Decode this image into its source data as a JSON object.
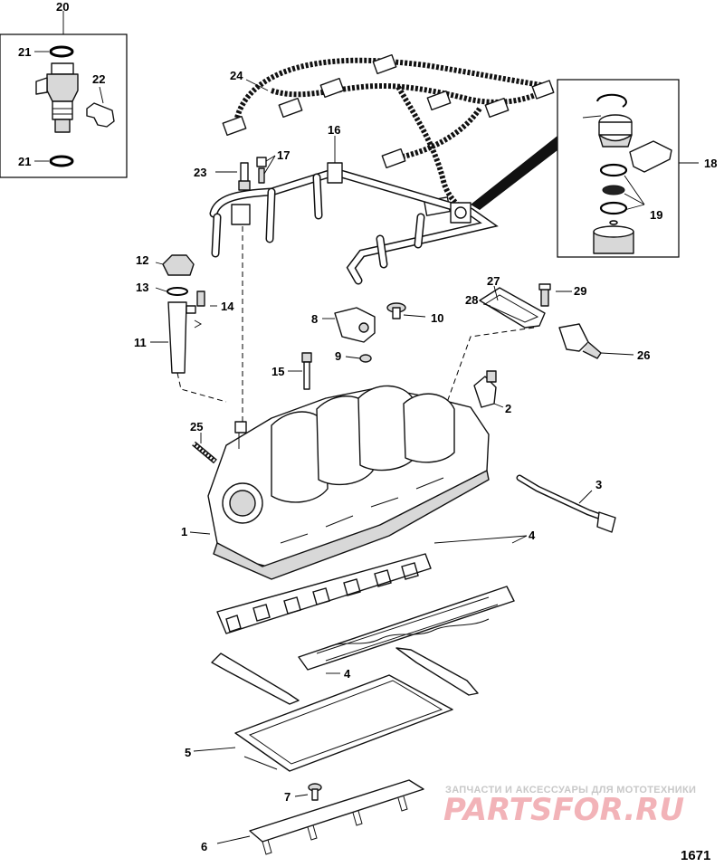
{
  "callouts": {
    "c1": "1",
    "c2": "2",
    "c3": "3",
    "c4a": "4",
    "c4b": "4",
    "c5": "5",
    "c6": "6",
    "c7": "7",
    "c8": "8",
    "c9": "9",
    "c10": "10",
    "c11": "11",
    "c12": "12",
    "c13": "13",
    "c14": "14",
    "c15": "15",
    "c16": "16",
    "c17": "17",
    "c18": "18",
    "c19": "19",
    "c20": "20",
    "c21a": "21",
    "c21b": "21",
    "c22": "22",
    "c23": "23",
    "c24": "24",
    "c25": "25",
    "c26": "26",
    "c27": "27",
    "c28": "28",
    "c29": "29"
  },
  "watermark": {
    "tagline": "ЗАПЧАСТИ И АКСЕССУАРЫ ДЛЯ МОТОТЕХНИКИ",
    "logo": "PARTSFOR.RU"
  },
  "page_number": "1671",
  "colors": {
    "line": "#111111",
    "watermark_logo": "#f2b3b8",
    "watermark_text": "#c8c8c8"
  }
}
